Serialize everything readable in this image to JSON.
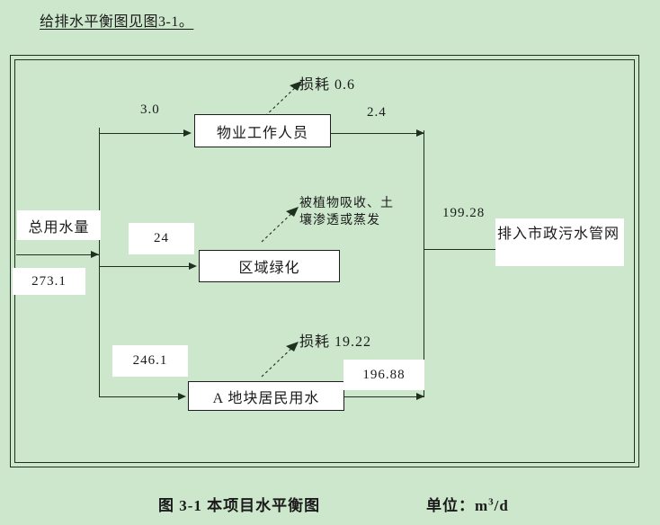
{
  "intro": {
    "text": "给排水平衡图见图3-1。"
  },
  "diagram": {
    "source": {
      "label": "总用水量",
      "value": "273.1"
    },
    "branches": [
      {
        "in_value": "3.0",
        "box": "物业工作人员",
        "out_value": "2.4",
        "loss": "损耗 0.6"
      },
      {
        "in_value": "24",
        "box": "区域绿化",
        "loss_line1": "被植物吸收、土",
        "loss_line2": "壤渗透或蒸发"
      },
      {
        "in_value": "246.1",
        "box": "A 地块居民用水",
        "out_value": "196.88",
        "loss": "损耗 19.22"
      }
    ],
    "outlet": {
      "value": "199.28",
      "label": "排入市政污水管网"
    }
  },
  "caption": {
    "figure": "图 3-1  本项目水平衡图",
    "unit_prefix": "单位：m",
    "unit_sup": "3",
    "unit_suffix": "/d"
  },
  "colors": {
    "background": "#cce7cb",
    "line": "#20301f",
    "box_fill": "#ffffff",
    "text": "#1a1a1a"
  }
}
